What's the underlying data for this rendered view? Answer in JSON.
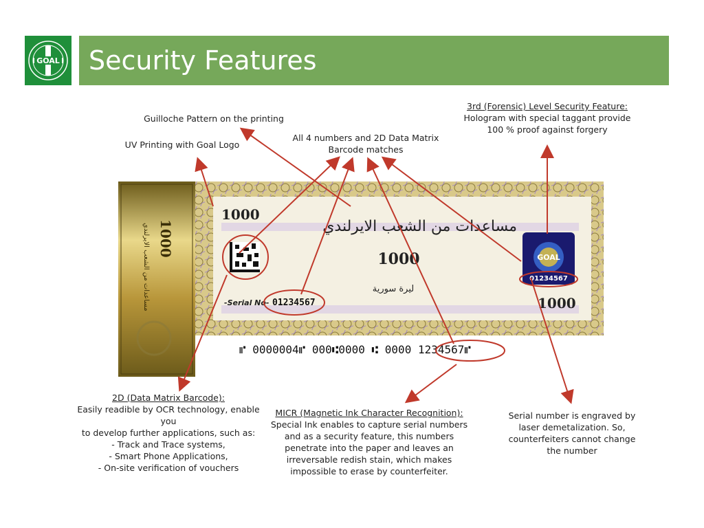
{
  "header": {
    "title": "Security Features",
    "logo_text": "GOAL"
  },
  "annotations": {
    "guilloche": "Guilloche Pattern  on the printing",
    "uv": "UV Printing with Goal Logo",
    "matches": [
      "All 4 numbers and 2D Data Matrix",
      "Barcode matches"
    ],
    "forensic": {
      "heading": "3rd  (Forensic) Level Security Feature:",
      "lines": [
        "Hologram with special taggant provide",
        "100 % proof against forgery"
      ]
    },
    "datamatrix": {
      "heading": "2D (Data Matrix Barcode):",
      "lines": [
        "Easily readible by OCR technology, enable you",
        "to develop further applications, such as:"
      ],
      "bullets": [
        "Track and Trace systems,",
        "Smart Phone Applications,",
        "On-site verification of vouchers"
      ]
    },
    "micr": {
      "heading": "MICR (Magnetic Ink Character Recognition):",
      "lines": [
        "Special Ink enables to capture serial numbers",
        "and as a security feature, this numbers",
        "penetrate into the paper and leaves an",
        "irreversable redish stain, which makes",
        "impossible to erase by counterfeiter."
      ]
    },
    "serial_engraved": {
      "lines": [
        "Serial number  is engraved by",
        "laser demetalization. So,",
        "counterfeiters cannot change",
        "the number"
      ]
    }
  },
  "voucher": {
    "denomination": "1000",
    "arabic_title": "مساعدات من الشعب الايرلندي",
    "arabic_currency": "ليرة سورية",
    "serial_label": "-Serial No-",
    "serial_number": "01234567",
    "hologram_serial": "01234567",
    "hologram_text": "GOAL",
    "side_arabic": "مساعدات من الشعب الايرلندي",
    "micr_line": "⑈ 0000004⑈ 000⑆0000 ⑆ 0000 1234567⑈"
  },
  "colors": {
    "logo_green": "#1f8f3a",
    "title_bar": "#76a85a",
    "arrow": "#c0392b",
    "voucher_gold": "#b89a3a",
    "voucher_purple": "#9b7bb5"
  }
}
